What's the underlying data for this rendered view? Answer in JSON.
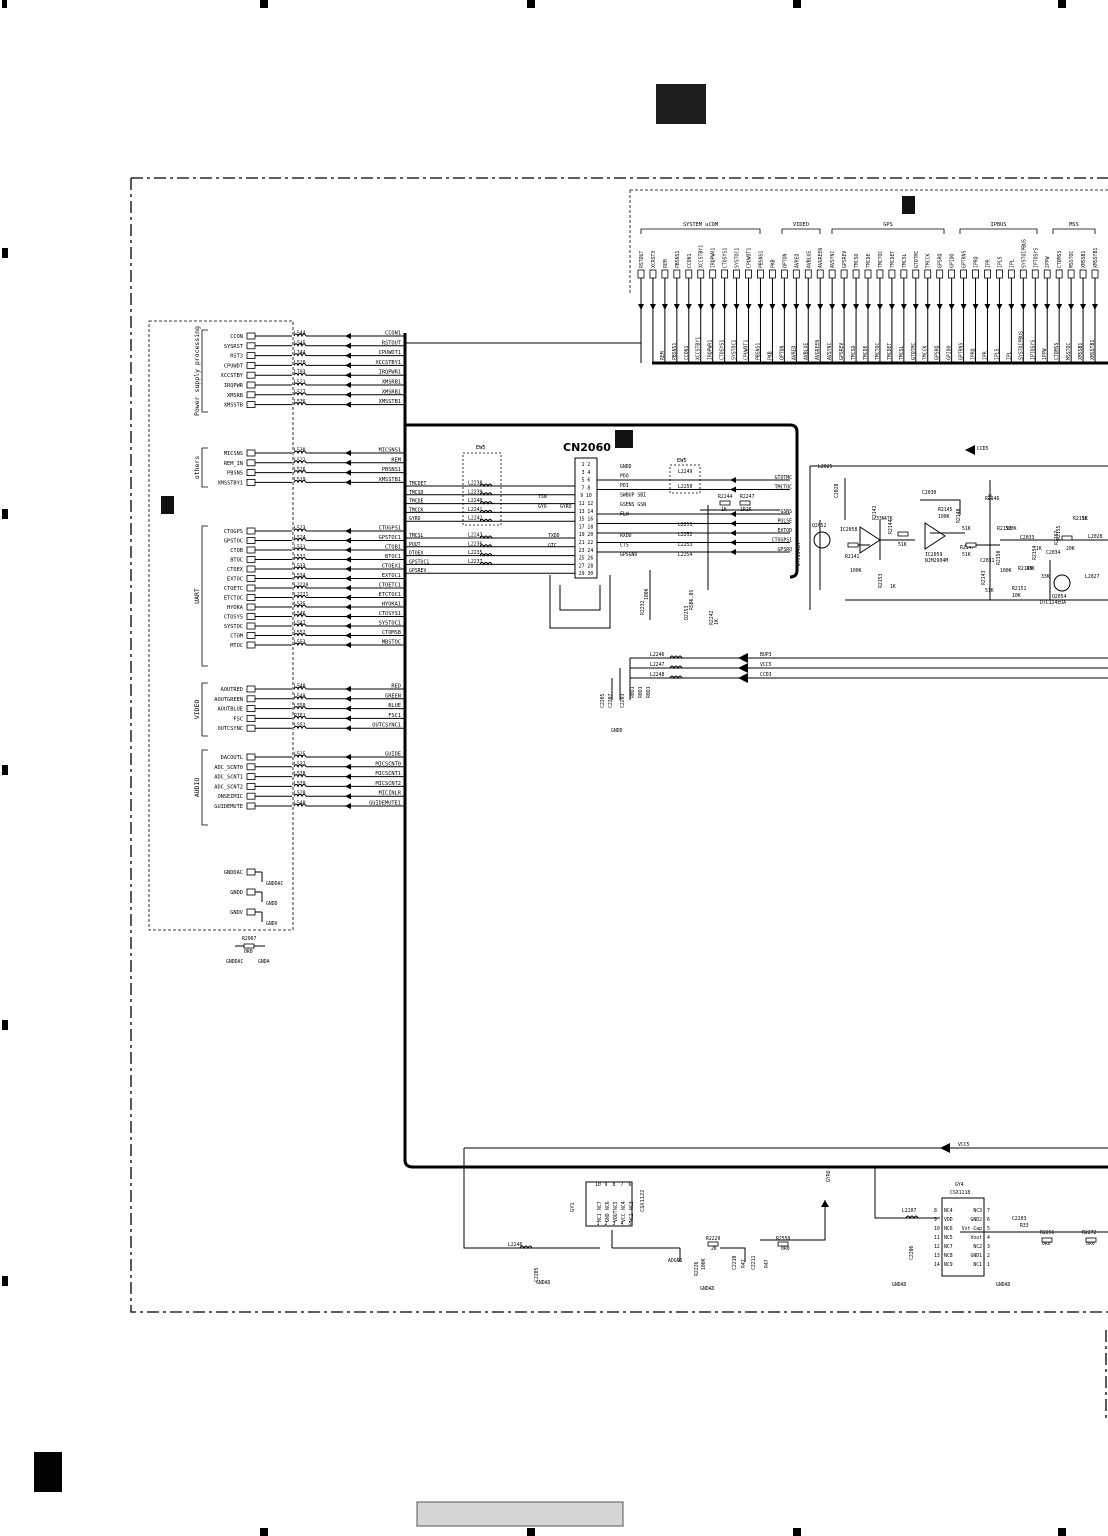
{
  "connector": {
    "title": "CN2060"
  },
  "ew_labels": [
    "EW5",
    "EW5"
  ],
  "power_group_label": "Power supply processing",
  "power_pins": [
    "CCON",
    "SYSRST",
    "RST3",
    "CPUWDT",
    "XCCSTBY",
    "IRQPWR",
    "XMSRB",
    "XMSSTB"
  ],
  "power_coils": [
    "L544",
    "L545",
    "L744",
    "L520",
    "L793",
    "L521",
    "L527",
    "L536"
  ],
  "power_nets": [
    "CCON1",
    "RSTOUT",
    "CPUWDT1",
    "XCCSTBY1",
    "IRQPWR1",
    "XMSRB1",
    "XMSSTB1"
  ],
  "others_group_label": "others",
  "others_pins": [
    "MICSNS",
    "REM_IN",
    "PBSNS",
    "XMSSTBY1"
  ],
  "others_coils": [
    "L530",
    "L522",
    "L526",
    "L519"
  ],
  "others_nets": [
    "MICSNS1",
    "REM",
    "PBSNS1",
    "XMSSTB1"
  ],
  "uart_group_label": "UART",
  "uart_pins": [
    "CTOGPS",
    "GPSTOC",
    "CTOB",
    "BTOC",
    "CTOEX",
    "EXTOC",
    "CTOETC",
    "ETCTOC",
    "HYOKA",
    "CTOSYS",
    "SYSTOC",
    "CTOM",
    "MTOC"
  ],
  "uart_coils": [
    "L523",
    "L524",
    "L531",
    "L532",
    "L533",
    "L534",
    "L2220",
    "L2221",
    "L535",
    "L546",
    "L547",
    "L552",
    "L553"
  ],
  "uart_nets": [
    "CTOGPS1",
    "GPSTOC1",
    "CTOB1",
    "BTOC1",
    "CTOEX1",
    "EXTOC1",
    "CTOETC1",
    "ETCTOC1",
    "HYOKA1",
    "CTOSYS1",
    "SYSTOC1",
    "CTOMSB",
    "MBSTOC"
  ],
  "video_group_label": "VIDEO",
  "video_pins": [
    "AOUTRED",
    "AOUTGREEN",
    "AOUTBLUE",
    "FSC",
    "OUTCSYNC"
  ],
  "video_coils": [
    "L548",
    "L549",
    "L550",
    "R761",
    "L551"
  ],
  "video_nets": [
    "RED",
    "GREEN",
    "BLUE",
    "FSC1",
    "OUTCSYNC1"
  ],
  "audio_group_label": "AUDIO",
  "audio_pins": [
    "DACOUTL",
    "ADC_SCNT0",
    "ADC_SCNT1",
    "ADC_SCNT2",
    "ONSEIMIC",
    "GUIDEMUTE"
  ],
  "audio_coils": [
    "L525",
    "L537",
    "L538",
    "L539",
    "L528",
    "L540"
  ],
  "audio_nets": [
    "GUIDE",
    "MICSCNT0",
    "MICSCNT1",
    "MICSCNT2",
    "MICINLR",
    "GUIDEMUTE1"
  ],
  "gnd_pins": [
    "GNDDAC",
    "GNDD",
    "GNDV"
  ],
  "gnd_nets": [
    "GNDDAC",
    "GNDD",
    "GNDV"
  ],
  "r_bottom_left": {
    "ref": "R2067",
    "value": "0R0",
    "gnd1": "GNDDAC",
    "gnd2": "GNDA"
  },
  "top_groups": [
    "SYSTEM uCOM",
    "VIDEO",
    "GPS",
    "IPBUS",
    "MSS"
  ],
  "top_pins": [
    "RSTOUT",
    "XCRST3",
    "REM",
    "PBSNS1",
    "CCON1",
    "XCCSTBY1",
    "IRQPWR1",
    "CTOSYS1",
    "SYSTOC1",
    "CPUWDT1",
    "PBSNS1",
    "PKB",
    "OPTON",
    "AVRED",
    "AVBLUE",
    "AVGREEN",
    "AVSYNC",
    "GPSREV",
    "TMCSD",
    "TMCDE",
    "TMCTOC",
    "TMCDET",
    "TMCSL",
    "GTOTMC",
    "TMCCK",
    "GPSRQ",
    "GPIDO",
    "GPTRNS",
    "IPRQ",
    "IPR",
    "IPLS",
    "IPL",
    "SYSTOIPBUS",
    "IPTOSYS",
    "IPPW",
    "CTOMSS",
    "MSSTOC",
    "XMSSB1",
    "XMSSTB1"
  ],
  "top_nets": [
    "REM",
    "PBSNS1",
    "CCON1",
    "XCCSTBY1",
    "IRQPWR1",
    "CTOSYS1",
    "SYSTOC1",
    "CPUWDT1",
    "PBSNS1",
    "PKB",
    "OPTON",
    "AVRED",
    "AVBLUE",
    "AVGREEN",
    "AVSYNC",
    "GPSREV",
    "TMCSD",
    "TMCDE",
    "TMCTOC",
    "TMCDET",
    "TMCSL",
    "GTOTMC",
    "TMCCK",
    "GPSRQ",
    "GPIDO",
    "GPTRNS",
    "IPRQ",
    "IPR",
    "IPLS",
    "IPL",
    "SYSTOIPBUS",
    "IPTOSYS",
    "IPPW",
    "CTOMSS",
    "MSSTOC",
    "XMSSB1",
    "XMSSTB1"
  ],
  "cn_left_nets": [
    "TMCDET",
    "TMCSD",
    "TMCDE",
    "TMCCK",
    "GYRO",
    "TMCSL",
    "POUT",
    "DTOEX",
    "GPSTOC1",
    "GPSREV"
  ],
  "cn_left_coils": [
    "L2238",
    "L2239",
    "L2240",
    "L2241",
    "L2242",
    "L2243",
    "L2236",
    "L2235",
    "L2237"
  ],
  "cn_pin_numbers": [
    "1 2",
    "3 4",
    "5 6",
    "7 8",
    "9 10",
    "11 12",
    "13 14",
    "15 16",
    "17 18",
    "19 20",
    "21 22",
    "23 24",
    "25 26",
    "27 28",
    "29 30"
  ],
  "cn_right_pin_names": [
    "GNDD",
    "PDO",
    "PDI",
    "SWBUP SBI",
    "GSENS GSN",
    "FLW",
    "RXDD",
    "CTS",
    "GPSGND"
  ],
  "cn_mid_labels": [
    "TSN",
    "GYO",
    "GYRO",
    "TXDD",
    "GTC"
  ],
  "cn_right_coils": [
    "L2249",
    "L2250",
    "L2251",
    "L2252",
    "L2253",
    "L2254"
  ],
  "cn_right_nets": [
    "GTOTMC",
    "TMCTOC",
    "GSNS",
    "PULSE",
    "EXTOD",
    "CTOGPS1",
    "GPSRQ"
  ],
  "r_pair": {
    "r1": "R2244",
    "r2": "R2247",
    "v1": "1K",
    "v2": "1R1K"
  },
  "power_rails": [
    "BUP3",
    "VCC5",
    "CCD3"
  ],
  "rail_coils": [
    "L2246",
    "L2247",
    "L2248"
  ],
  "small_refs": [
    "R2232",
    "100K",
    "D2253",
    "RSB6.8S",
    "R2242",
    "1K",
    "C2205",
    "C2207",
    "C2203",
    "R0D1",
    "R0D1",
    "R0D1",
    "GNDD"
  ],
  "amp": {
    "rail": "CCD5",
    "coil": "L2025",
    "c1": "C2028",
    "c2": "C2030",
    "q1": "Q2052",
    "q1_type": "DTC114EK",
    "ic1": "IC2058",
    "ic2": "IC2059",
    "ic2_type": "NJM2904M",
    "q2": "Q2054",
    "q2_type": "DTC114EUA",
    "out_coil": "L2027",
    "out_node": "L2028"
  },
  "amp_refs": [
    "R2142",
    "47K",
    "R2141",
    "100K",
    "R2144",
    "51K",
    "R2145",
    "100K",
    "R2148",
    "51K",
    "R2147",
    "51K",
    "R2143",
    "51K",
    "C2031",
    "R2146",
    "1K",
    "R2152",
    "300K",
    "C2033",
    "R2150",
    "100K",
    "R2151",
    "10K",
    "R2153",
    "1K",
    "R2149",
    "33K",
    "R2154",
    "33K",
    "C2034",
    "1K",
    "R2155",
    "20K",
    "R2156",
    "1K",
    "R2157",
    "33K"
  ],
  "bottom_rail": "VCC5",
  "gyro": {
    "ref": "GY1",
    "part": "CSX1122",
    "pins_top": [
      "NC7",
      "NC6",
      "NC5",
      "NC4",
      "NC3"
    ],
    "pins_bot": [
      "NC1",
      "GND",
      "VOUT",
      "VCC",
      "NC2"
    ],
    "nums_top": [
      "10",
      "9",
      "8",
      "7",
      "6"
    ],
    "nums_bot": [
      "1",
      "2",
      "3",
      "4",
      "5"
    ],
    "coil": "L2246",
    "cap": "C2205",
    "out": "GYRO",
    "gnd": "GNDAD"
  },
  "gyro_refs": [
    "R2229",
    "2K",
    "R2550",
    "0R0",
    "R2226",
    "100K",
    "C2210",
    "R47",
    "C2211",
    "R47",
    "ADGND",
    "GNDAD"
  ],
  "gy4": {
    "ref": "GY4",
    "part": "CSX1118",
    "left_pins": [
      "NC4",
      "VDD",
      "NC6",
      "NC5",
      "NC7",
      "NC8",
      "NC9"
    ],
    "right_pins": [
      "NC3",
      "GND2",
      "Vst-Cap",
      "Vout",
      "NC2",
      "GND1",
      "NC1"
    ],
    "left_nums": [
      "8",
      "9",
      "10",
      "11",
      "12",
      "13",
      "14"
    ],
    "right_nums": [
      "7",
      "6",
      "5",
      "4",
      "3",
      "2",
      "1"
    ],
    "coil": "L2207",
    "cap": "C2206",
    "out_cap": "C2203",
    "out_val": "R33",
    "gnd": "GNDAD"
  },
  "gy4_refs": [
    "R2256",
    "0R0",
    "R2272",
    "0R0",
    "GNDAD",
    "GNDAD"
  ]
}
